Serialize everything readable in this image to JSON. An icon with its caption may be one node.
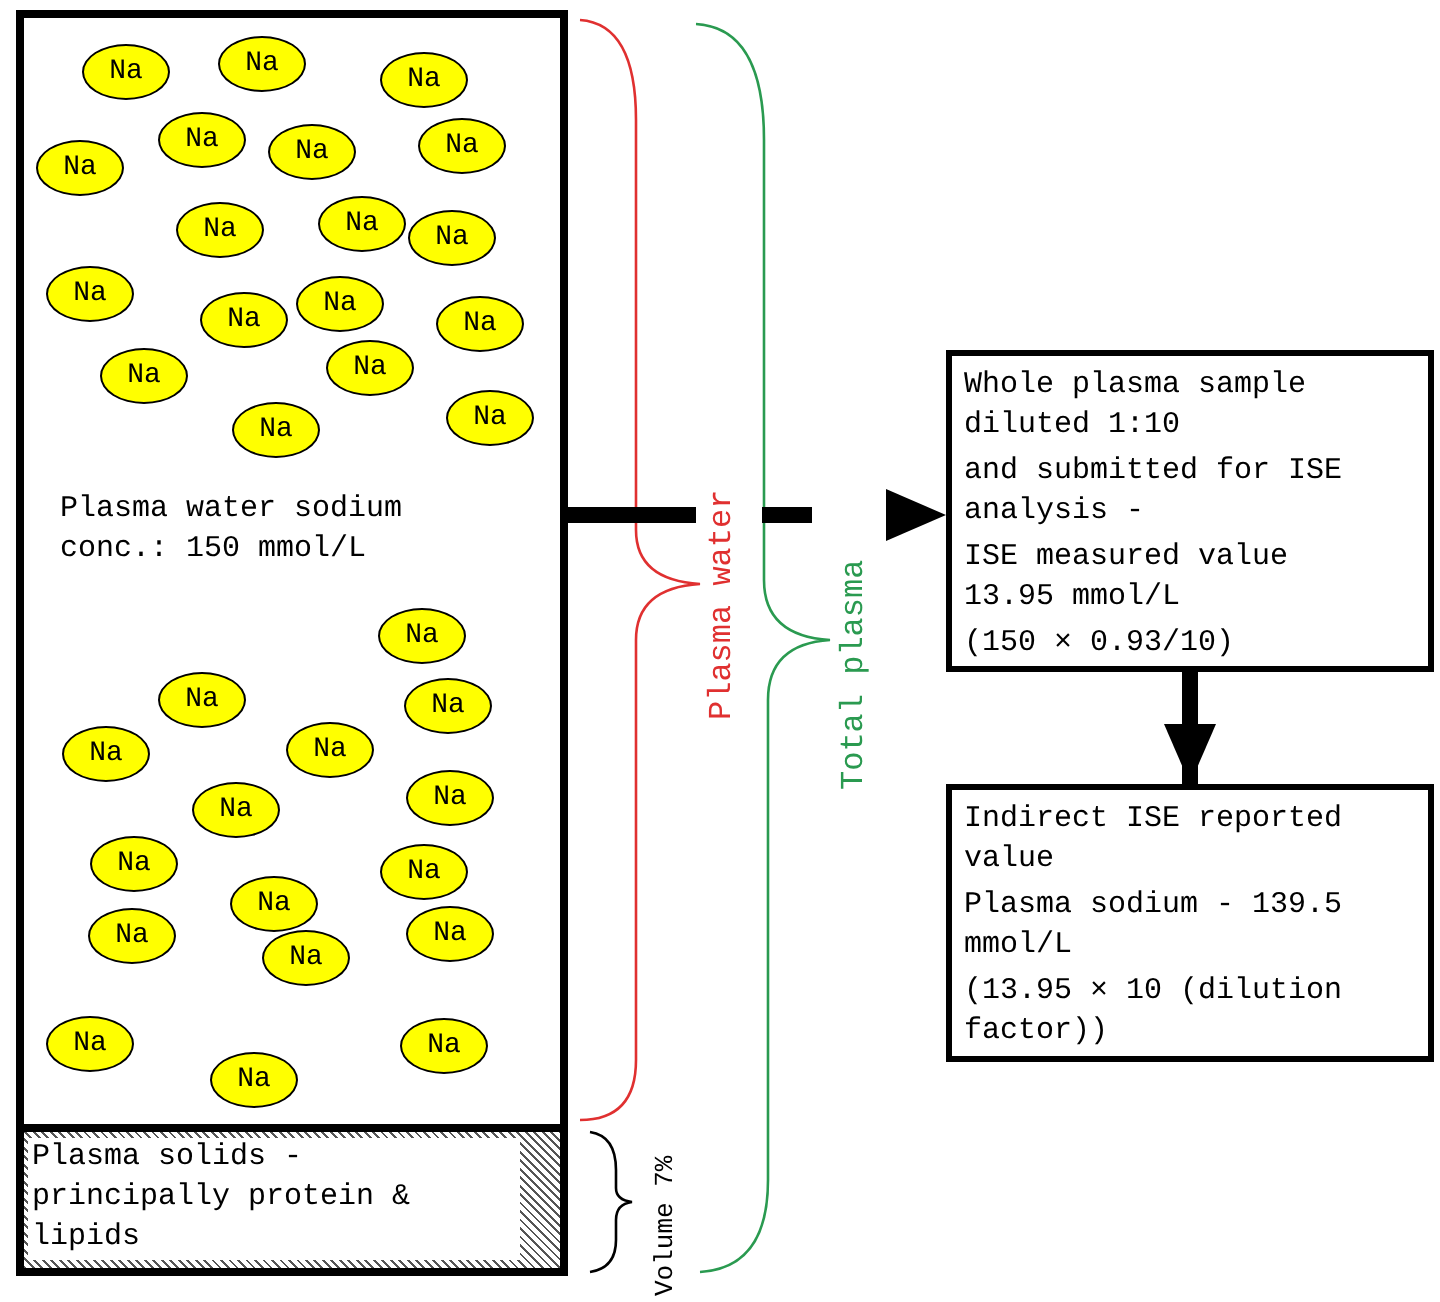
{
  "diagram": {
    "nodes": [
      {
        "text": [],
        "shape": "box"
      },
      {
        "text": [
          "Plasma water sodium conc.: 150 mmol/L"
        ],
        "in": 0
      },
      {
        "text": [
          "Na"
        ],
        "in": 1
      },
      {
        "text": [
          "Na"
        ],
        "in": 1
      },
      {
        "text": [
          "Na"
        ],
        "in": 1
      },
      {
        "text": [
          "Na"
        ],
        "in": 1
      },
      {
        "text": [
          "Na"
        ],
        "in": 1
      },
      {
        "text": [
          "Na"
        ],
        "in": 1
      },
      {
        "text": [
          "Na"
        ],
        "in": 1
      },
      {
        "text": [
          "Na"
        ],
        "in": 1
      },
      {
        "text": [
          "Na"
        ],
        "in": 1
      },
      {
        "text": [
          "Na"
        ],
        "in": 1
      },
      {
        "text": [
          "Na"
        ],
        "in": 1
      },
      {
        "text": [
          "Na"
        ],
        "in": 1
      },
      {
        "text": [
          "Na"
        ],
        "in": 1
      },
      {
        "text": [
          "Na"
        ],
        "in": 1
      },
      {
        "text": [
          "Na"
        ],
        "in": 1
      },
      {
        "text": [
          "Na"
        ],
        "in": 1
      },
      {
        "text": [
          "Na"
        ],
        "in": 1
      },
      {
        "text": [
          "Na"
        ],
        "in": 1
      },
      {
        "text": [
          "Na"
        ],
        "in": 1
      },
      {
        "text": [
          "Na"
        ],
        "in": 1
      },
      {
        "text": [
          "Na"
        ],
        "in": 1
      },
      {
        "text": [
          "Na"
        ],
        "in": 1
      },
      {
        "text": [
          "Na"
        ],
        "in": 1
      },
      {
        "text": [
          "Na"
        ],
        "in": 1
      },
      {
        "text": [
          "Na"
        ],
        "in": 1
      },
      {
        "text": [
          "Na"
        ],
        "in": 1
      },
      {
        "text": [
          "Na"
        ],
        "in": 1
      },
      {
        "text": [
          "Na"
        ],
        "in": 1
      },
      {
        "text": [
          "Na"
        ],
        "in": 1
      },
      {
        "text": [
          "Na"
        ],
        "in": 1
      },
      {
        "text": [
          "Na"
        ],
        "in": 1
      },
      {
        "text": [
          "Na"
        ],
        "in": 1
      },
      {
        "text": [
          "Na"
        ],
        "in": 1
      },
      {
        "text": [
          "Na"
        ],
        "in": 1
      },
      {
        "text": [
          "Plasma solids - principally protein & lipids"
        ],
        "in": 0
      },
      {
        "text": [
          "Whole plasma sample diluted 1:10",
          "and submitted for ISE analysis -",
          "ISE measured value 13.95 mmol/L",
          "(150 × 0.93/10)"
        ]
      },
      {
        "text": [
          "Indirect ISE reported value",
          "Plasma sodium - 139.5 mmol/L",
          "(13.95 × 10 (dilution factor))"
        ]
      }
    ],
    "edges": [
      {
        "from": 1,
        "to": 37,
        "arrow": "to",
        "style": "dashed"
      },
      {
        "from": 37,
        "to": 38,
        "arrow": "to"
      }
    ],
    "labels": [
      "Plasma water",
      "Total plasma",
      "Volume 7%"
    ]
  }
}
